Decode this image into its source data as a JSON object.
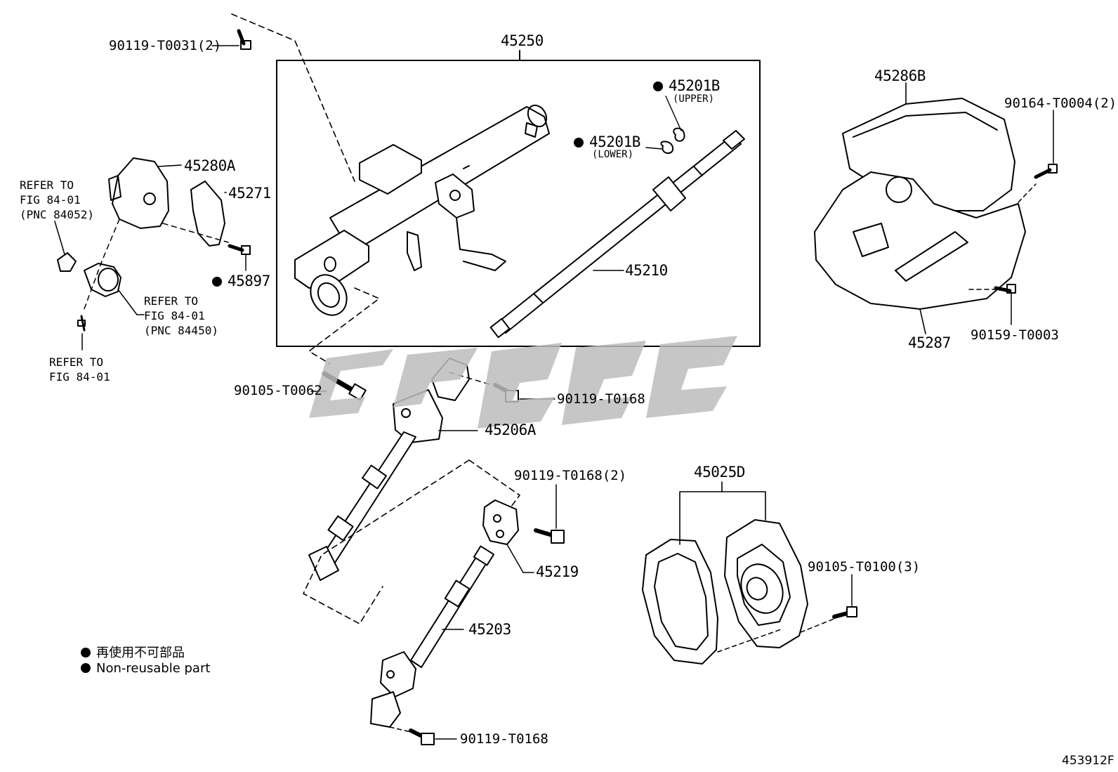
{
  "labels": {
    "p45250": "45250",
    "p45201b_upper": "45201B",
    "upper": "(UPPER)",
    "p45201b_lower": "45201B",
    "lower": "(LOWER)",
    "p45210": "45210",
    "p45280a": "45280A",
    "p45271": "45271",
    "p45897": "45897",
    "p90119_t0031": "90119-T0031(2)",
    "ref_84052": "REFER TO\nFIG 84-01\n(PNC 84052)",
    "ref_84450": "REFER TO\nFIG 84-01\n(PNC 84450)",
    "ref_84": "REFER TO\nFIG 84-01",
    "p90105_t0062": "90105-T0062",
    "p90119_t0168_a": "90119-T0168",
    "p45206a": "45206A",
    "p90119_t0168_2": "90119-T0168(2)",
    "p45219": "45219",
    "p45203": "45203",
    "p90119_t0168_b": "90119-T0168",
    "p45286b": "45286B",
    "p90164_t0004": "90164-T0004(2)",
    "p45287": "45287",
    "p90159_t0003": "90159-T0003",
    "p45025d": "45025D",
    "p90105_t0100": "90105-T0100(3)"
  },
  "legend": {
    "japanese": "再使用不可部品",
    "english": "Non-reusable part"
  },
  "diagram_code": "453912F",
  "colors": {
    "ink": "#000000",
    "watermark": "#bdbdbd"
  }
}
